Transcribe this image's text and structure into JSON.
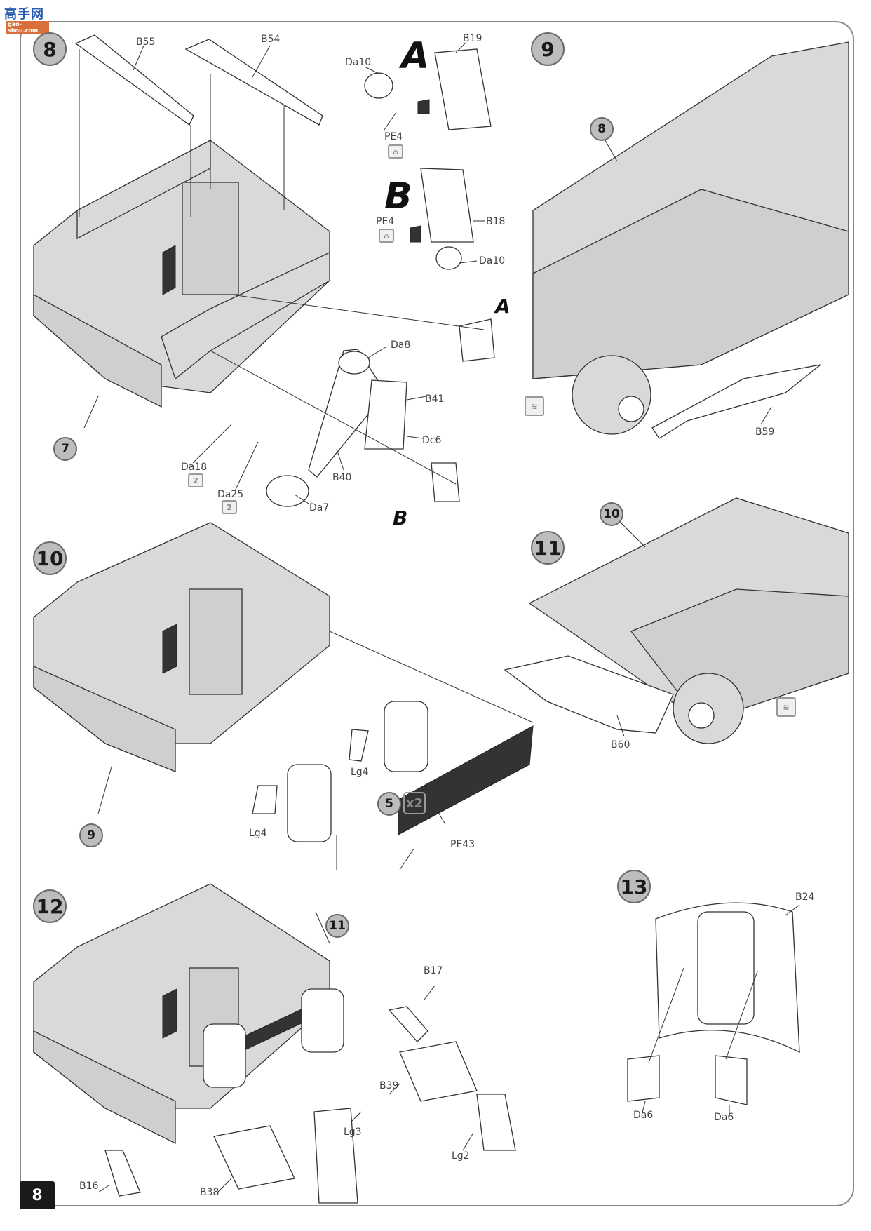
{
  "watermark": {
    "site_name": "高手网",
    "site_url": "gao-shou.com"
  },
  "page_number": "8",
  "steps": [
    {
      "number": "8",
      "sub_base_ref": "7",
      "sub_assemblies": [
        "A",
        "B"
      ],
      "parts": [
        "B55",
        "B54",
        "B19",
        "Da10",
        "PE4",
        "B18",
        "Da10",
        "PE4",
        "Da8",
        "B41",
        "Dc6",
        "B40",
        "Da18",
        "Da25",
        "Da7"
      ],
      "quantity_badges": [
        {
          "part": "Da18",
          "qty": "x2"
        },
        {
          "part": "Da25",
          "qty": "x2"
        }
      ],
      "callouts": [
        "A",
        "B"
      ]
    },
    {
      "number": "9",
      "sub_base_ref": "8",
      "parts": [
        "B59"
      ],
      "note_icon": "glue-brush-icon"
    },
    {
      "number": "10",
      "sub_base_ref": "9",
      "parts": [
        "Lg4",
        "Lg4",
        "PE43"
      ],
      "sub_step_ref": "5",
      "sub_step_qty": "x2"
    },
    {
      "number": "11",
      "sub_base_ref": "10",
      "parts": [
        "B60"
      ],
      "note_icon": "glue-brush-icon"
    },
    {
      "number": "12",
      "sub_base_ref": "11",
      "parts": [
        "B17",
        "B39",
        "Lg2",
        "B16",
        "B38",
        "Lg3"
      ]
    },
    {
      "number": "13",
      "parts": [
        "B24",
        "Da6",
        "Da6"
      ]
    }
  ],
  "labels": {
    "s8_b55": "B55",
    "s8_b54": "B54",
    "s8_b19": "B19",
    "s8_da10a": "Da10",
    "s8_pe4a": "PE4",
    "s8_b18": "B18",
    "s8_pe4b": "PE4",
    "s8_da10b": "Da10",
    "s8_da8": "Da8",
    "s8_b41": "B41",
    "s8_dc6": "Dc6",
    "s8_b40": "B40",
    "s8_da18": "Da18",
    "s8_da25": "Da25",
    "s8_da7": "Da7",
    "s8_A_big": "A",
    "s8_B_big": "B",
    "s8_A_small": "A",
    "s8_B_small": "B",
    "s8_ref7": "7",
    "badge_x2": "2",
    "s9_ref8": "8",
    "s9_b59": "B59",
    "s10_ref9": "9",
    "s10_lg4a": "Lg4",
    "s10_lg4b": "Lg4",
    "s10_pe43": "PE43",
    "s10_ref5": "5",
    "s10_x2": "x2",
    "s11_ref10": "10",
    "s11_b60": "B60",
    "s12_ref11": "11",
    "s12_b17": "B17",
    "s12_b39": "B39",
    "s12_lg2": "Lg2",
    "s12_b16": "B16",
    "s12_b38": "B38",
    "s12_lg3": "Lg3",
    "s13_b24": "B24",
    "s13_da6a": "Da6",
    "s13_da6b": "Da6"
  }
}
